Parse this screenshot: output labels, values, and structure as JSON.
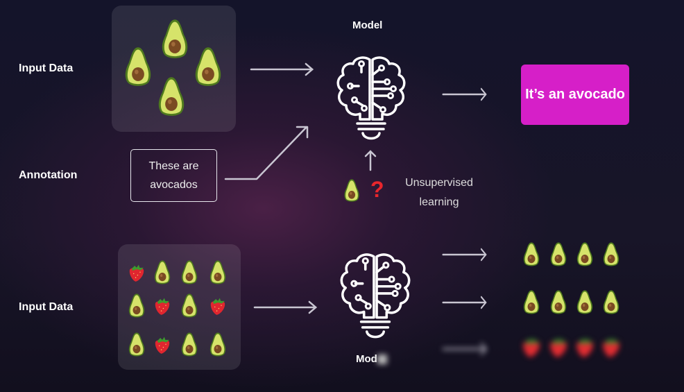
{
  "labels": {
    "input_data_top": "Input Data",
    "annotation": "Annotation",
    "input_data_bottom": "Input Data",
    "model_top": "Model",
    "model_bottom": "Mod",
    "result": "It’s an avocado",
    "annotation_box": "These are avocados",
    "question_mark": "?",
    "unsupervised": "Unsupervised learning"
  },
  "top_input": [
    "avocado",
    "avocado",
    "avocado",
    "avocado"
  ],
  "bottom_input": [
    [
      "strawberry",
      "avocado",
      "avocado",
      "avocado"
    ],
    [
      "avocado",
      "strawberry",
      "avocado",
      "strawberry"
    ],
    [
      "avocado",
      "strawberry",
      "avocado",
      "avocado"
    ]
  ],
  "output_rows": [
    [
      "avocado",
      "avocado",
      "avocado",
      "avocado"
    ],
    [
      "avocado",
      "avocado",
      "avocado",
      "avocado"
    ],
    [
      "strawberry",
      "strawberry",
      "strawberry",
      "strawberry"
    ]
  ],
  "colors": {
    "result_bg": "#d61fc8",
    "question": "#e8262c",
    "arrow": "#c9c6d2"
  }
}
